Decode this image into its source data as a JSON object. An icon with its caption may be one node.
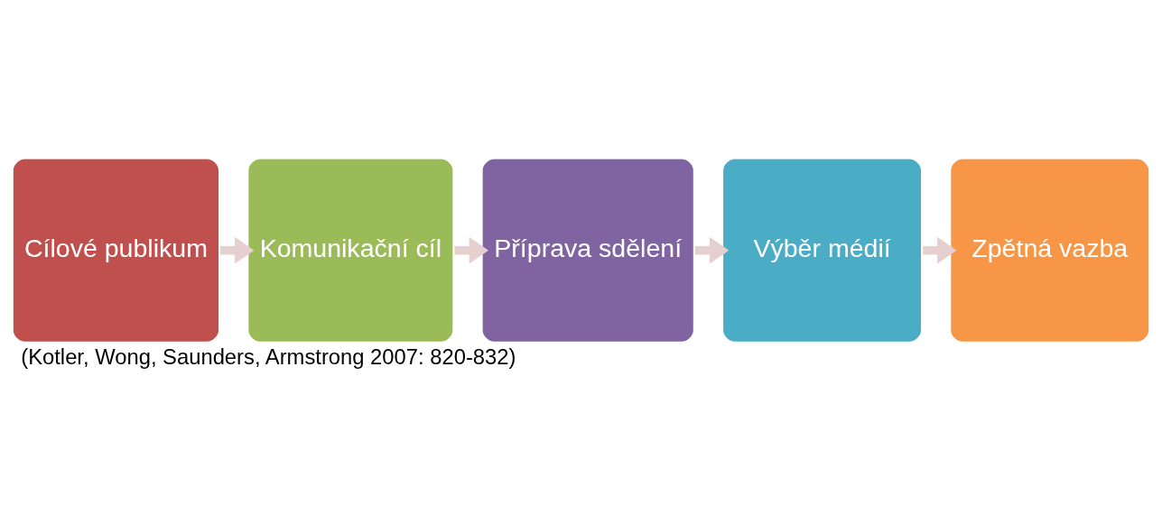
{
  "diagram": {
    "caption": "(Kotler, Wong, Saunders, Armstrong 2007: 820-832)",
    "nodes": [
      {
        "text": [
          "Cílové publikum"
        ]
      },
      {
        "text": [
          "Komunikační cíl"
        ]
      },
      {
        "text": [
          "Příprava sdělení"
        ]
      },
      {
        "text": [
          "Výběr médií"
        ]
      },
      {
        "text": [
          "Zpětná vazba"
        ]
      }
    ],
    "edges": [
      {
        "from": 0,
        "to": 1,
        "arrow": "to"
      },
      {
        "from": 1,
        "to": 2,
        "arrow": "to"
      },
      {
        "from": 2,
        "to": 3,
        "arrow": "to"
      },
      {
        "from": 3,
        "to": 4,
        "arrow": "to"
      }
    ]
  }
}
